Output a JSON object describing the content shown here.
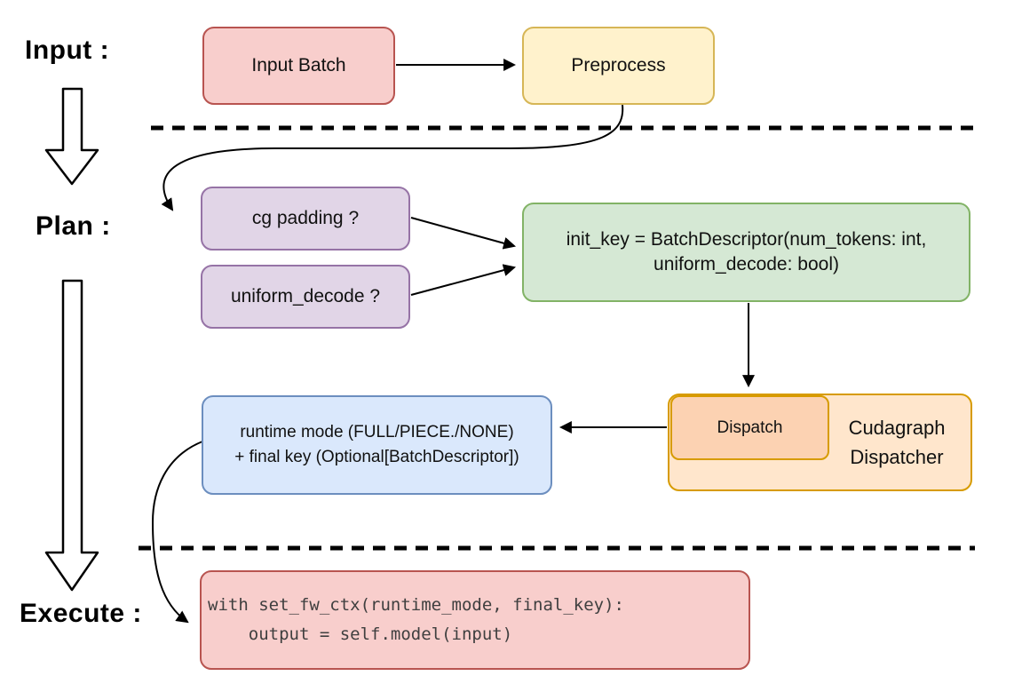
{
  "stage_labels": {
    "input": "Input :",
    "plan": "Plan :",
    "execute": "Execute :"
  },
  "nodes": {
    "input_batch": {
      "label": "Input Batch",
      "fill": "#f8cecc",
      "stroke": "#b85450"
    },
    "preprocess": {
      "label": "Preprocess",
      "fill": "#fff2cc",
      "stroke": "#d6b656"
    },
    "cg_padding": {
      "label": "cg padding ?",
      "fill": "#e1d5e7",
      "stroke": "#9673a6"
    },
    "uniform_decode": {
      "label": "uniform_decode ?",
      "fill": "#e1d5e7",
      "stroke": "#9673a6"
    },
    "init_key": {
      "line1": "init_key = BatchDescriptor(num_tokens: int,",
      "line2": "uniform_decode: bool)",
      "fill": "#d5e8d4",
      "stroke": "#82b366"
    },
    "runtime_mode": {
      "line1": "runtime mode (FULL/PIECE./NONE)",
      "line2": "+ final key (Optional[BatchDescriptor])",
      "fill": "#dae8fc",
      "stroke": "#6c8ebf"
    },
    "dispatch": {
      "label": "Dispatch",
      "fill": "#fcd2b2",
      "stroke": "#d79b00"
    },
    "cudagraph_dispatcher": {
      "line1": "Cudagraph",
      "line2": "Dispatcher",
      "fill": "#ffe6cc",
      "stroke": "#d79b00"
    },
    "execute_code": {
      "line1": "with set_fw_ctx(runtime_mode, final_key):",
      "line2": "    output = self.model(input)",
      "fill": "#f8cecc",
      "stroke": "#b85450"
    }
  },
  "colors": {
    "connector": "#000000",
    "dashed_separator": "#000000",
    "background": "#ffffff"
  }
}
